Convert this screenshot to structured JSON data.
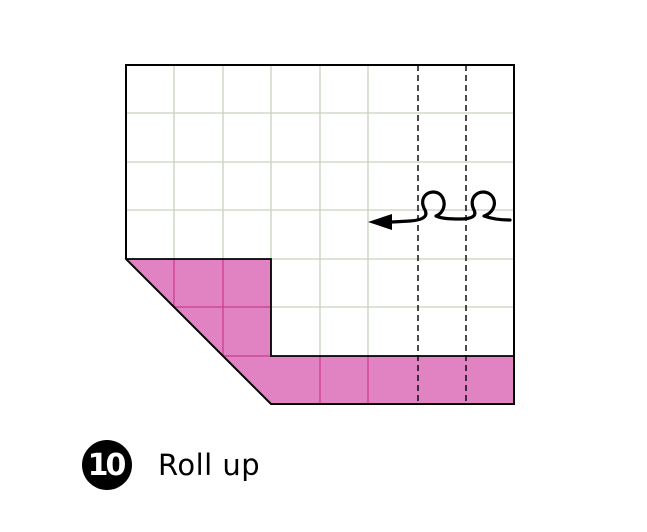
{
  "step": {
    "number": "10",
    "instruction": "Roll up"
  },
  "colors": {
    "paper": "#ffffff",
    "colored_side": "#e183c3",
    "grid_line": "#c7d3c4",
    "colored_grid_line": "#cc3c8e",
    "outline": "#000000"
  },
  "icons": {
    "roll_arrow": "roll-arrow-icon",
    "badge": "number-badge"
  }
}
